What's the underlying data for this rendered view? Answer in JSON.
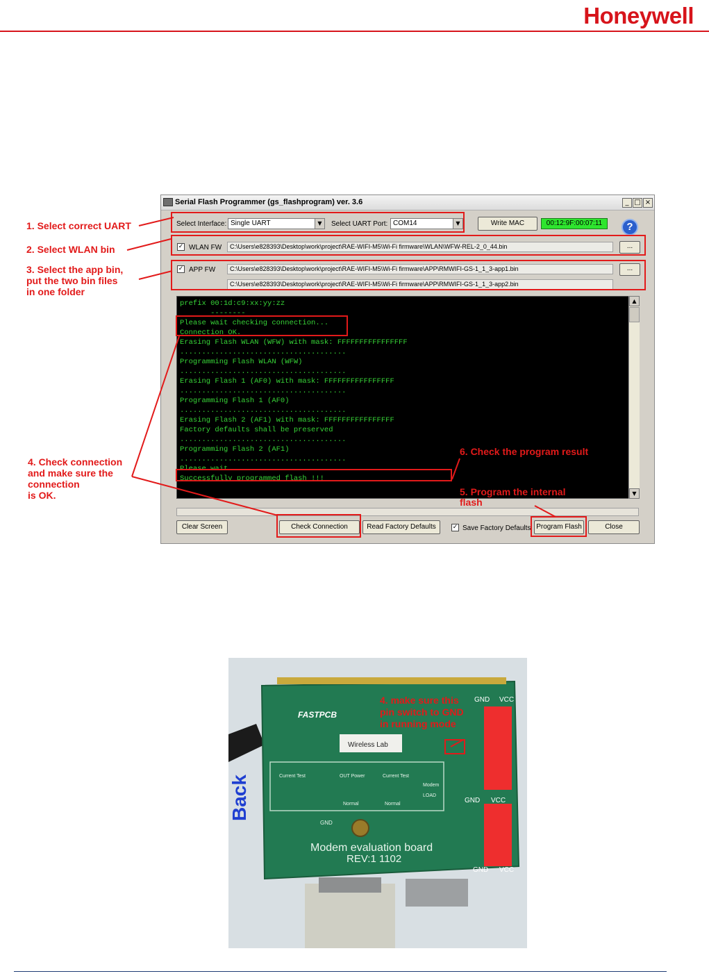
{
  "header": {
    "brand": "Honeywell"
  },
  "window": {
    "title": "Serial Flash Programmer (gs_flashprogram)  ver. 3.6",
    "interface_label": "Select Interface:",
    "interface_value": "Single UART",
    "uart_label": "Select UART Port:",
    "uart_value": "COM14",
    "write_mac": "Write MAC",
    "mac_value": "00:12:9F:00:07:11",
    "wlan_fw_label": "WLAN FW",
    "wlan_fw_path": "C:\\Users\\e828393\\Desktop\\work\\project\\RAE-WIFI-M5\\Wi-Fi firmware\\WLAN\\WFW-REL-2_0_44.bin",
    "app_fw_label": "APP FW",
    "app_fw_path1": "C:\\Users\\e828393\\Desktop\\work\\project\\RAE-WIFI-M5\\Wi-Fi firmware\\APP\\RMWIFI-GS-1_1_3-app1.bin",
    "app_fw_path2": "C:\\Users\\e828393\\Desktop\\work\\project\\RAE-WIFI-M5\\Wi-Fi firmware\\APP\\RMWIFI-GS-1_1_3-app2.bin",
    "browse": "...",
    "console": [
      "prefix 00:1d:c9:xx:yy:zz",
      "       --------",
      "Please wait checking connection...",
      "Connection OK.",
      "Erasing Flash WLAN (WFW) with mask: FFFFFFFFFFFFFFFF",
      "......................................",
      "Programming Flash WLAN (WFW)",
      "......................................",
      "Erasing Flash 1 (AF0) with mask: FFFFFFFFFFFFFFFF",
      "......................................",
      "Programming Flash 1 (AF0)",
      "......................................",
      "Erasing Flash 2 (AF1) with mask: FFFFFFFFFFFFFFFF",
      "Factory defaults shall be preserved",
      "......................................",
      "Programming Flash 2 (AF1)",
      "......................................",
      "Please wait",
      "Successfully programmed flash !!!"
    ],
    "clear_screen": "Clear Screen",
    "check_connection": "Check Connection",
    "read_factory_defaults": "Read Factory Defaults",
    "save_factory_defaults": "Save Factory Defaults",
    "program_flash": "Program Flash",
    "close": "Close"
  },
  "annotations": {
    "a1": "1. Select correct UART",
    "a2": "2. Select WLAN bin",
    "a3_l1": "3. Select the app bin,",
    "a3_l2": "put the two bin files",
    "a3_l3": "in one folder",
    "a4_l1": "4. Check connection",
    "a4_l2": "and make sure the",
    "a4_l3": "connection",
    "a4_l4": "is OK.",
    "a6": "6. Check the program result",
    "a5_l1": "5. Program the internal",
    "a5_l2": "flash"
  },
  "photo": {
    "back_label": "Back",
    "note_l1": "4. make sure this",
    "note_l2": "pin switch to GND",
    "note_l3": "in running mode",
    "brand": "FASTPCB",
    "board_l1": "Modem  evaluation board",
    "board_l2": "REV:1  1102",
    "lab": "Wireless Lab",
    "gnd_top": "GND",
    "vcc_top": "VCC",
    "gnd_mid": "GND",
    "vcc_mid": "VCC",
    "gnd_bot": "GND",
    "vcc_bot": "VCC",
    "current_test1": "Current Test",
    "out_power": "OUT Power",
    "current_test2": "Current Test",
    "modem": "Modem",
    "load": "LOAD",
    "gnd_label": "GND",
    "normal1": "Normal",
    "normal2": "Normal"
  }
}
